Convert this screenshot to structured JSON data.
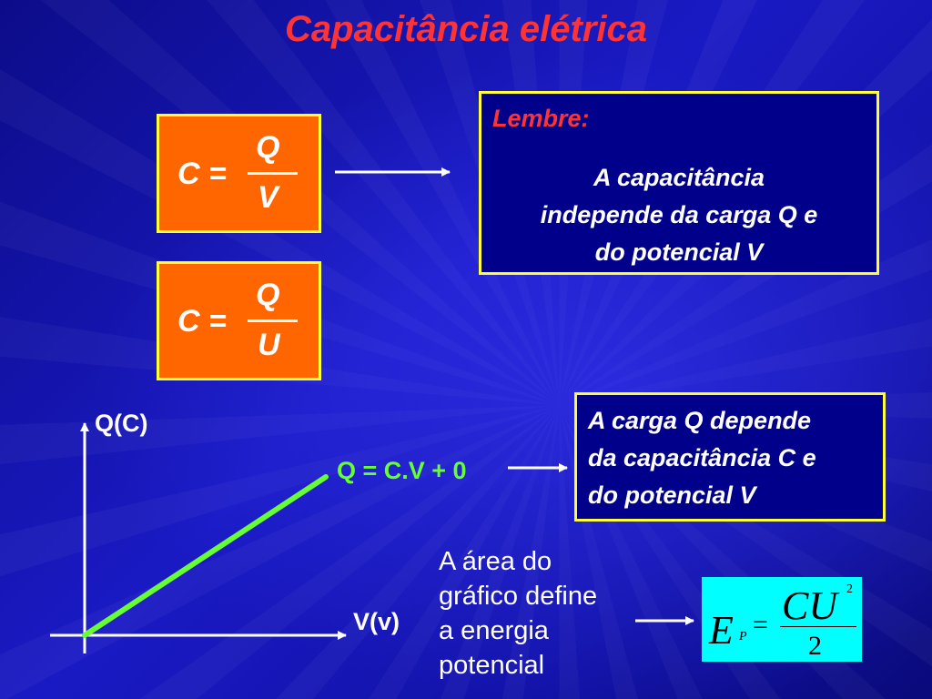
{
  "title": {
    "text": "Capacitância elétrica",
    "color": "#ff3333"
  },
  "formula_1": {
    "lhs": "C =",
    "numerator": "Q",
    "denominator": "V"
  },
  "formula_2": {
    "lhs": "C =",
    "numerator": "Q",
    "denominator": "U"
  },
  "remember_box": {
    "heading": "Lembre:",
    "heading_color": "#ff3333",
    "lines": [
      "A capacitância",
      "independe da carga Q e",
      "do potencial V"
    ]
  },
  "graph": {
    "y_axis_label": "Q(C)",
    "x_axis_label": "V(v)",
    "line_equation": "Q = C.V + 0",
    "line_color": "#66ff33"
  },
  "charge_box": {
    "lines": [
      "A carga Q depende",
      "da capacitância C e",
      "do potencial V"
    ]
  },
  "area_text": {
    "lines": [
      "A área do",
      "gráfico define",
      "a energia",
      "potencial"
    ]
  },
  "energy_formula": {
    "symbol": "E",
    "subscript": "P",
    "equals": "=",
    "numerator": "CU",
    "exponent": "2",
    "denominator": "2",
    "background": "#00ffff"
  },
  "colors": {
    "formula_box_fill": "#ff6600",
    "box_border": "#ffff33"
  }
}
